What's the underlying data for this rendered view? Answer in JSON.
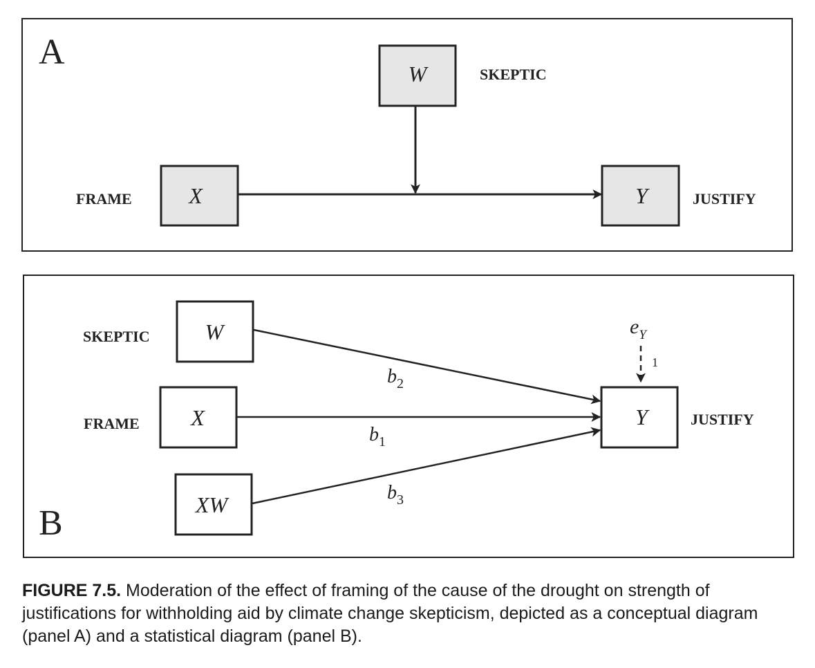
{
  "panel_a": {
    "label": "A",
    "nodes": {
      "w": {
        "symbol": "W",
        "name": "SKEPTIC"
      },
      "x": {
        "symbol": "X",
        "name": "FRAME"
      },
      "y": {
        "symbol": "Y",
        "name": "JUSTIFY"
      }
    }
  },
  "panel_b": {
    "label": "B",
    "nodes": {
      "w": {
        "symbol": "W",
        "name": "SKEPTIC"
      },
      "x": {
        "symbol": "X",
        "name": "FRAME"
      },
      "xw": {
        "symbol": "XW",
        "name": ""
      },
      "y": {
        "symbol": "Y",
        "name": "JUSTIFY"
      }
    },
    "paths": {
      "b1": {
        "letter": "b",
        "sub": "1"
      },
      "b2": {
        "letter": "b",
        "sub": "2"
      },
      "b3": {
        "letter": "b",
        "sub": "3"
      }
    },
    "error": {
      "letter": "e",
      "sub": "Y",
      "weight": "1"
    }
  },
  "caption": {
    "label": "FIGURE 7.5.",
    "text": "Moderation of the effect of framing of the cause of the drought on strength of justifications for withholding aid by climate change skepticism, depicted as a conceptual diagram (panel A) and a statistical diagram (panel B)."
  },
  "colors": {
    "box_fill_a": "#e6e6e6",
    "line": "#222222"
  }
}
